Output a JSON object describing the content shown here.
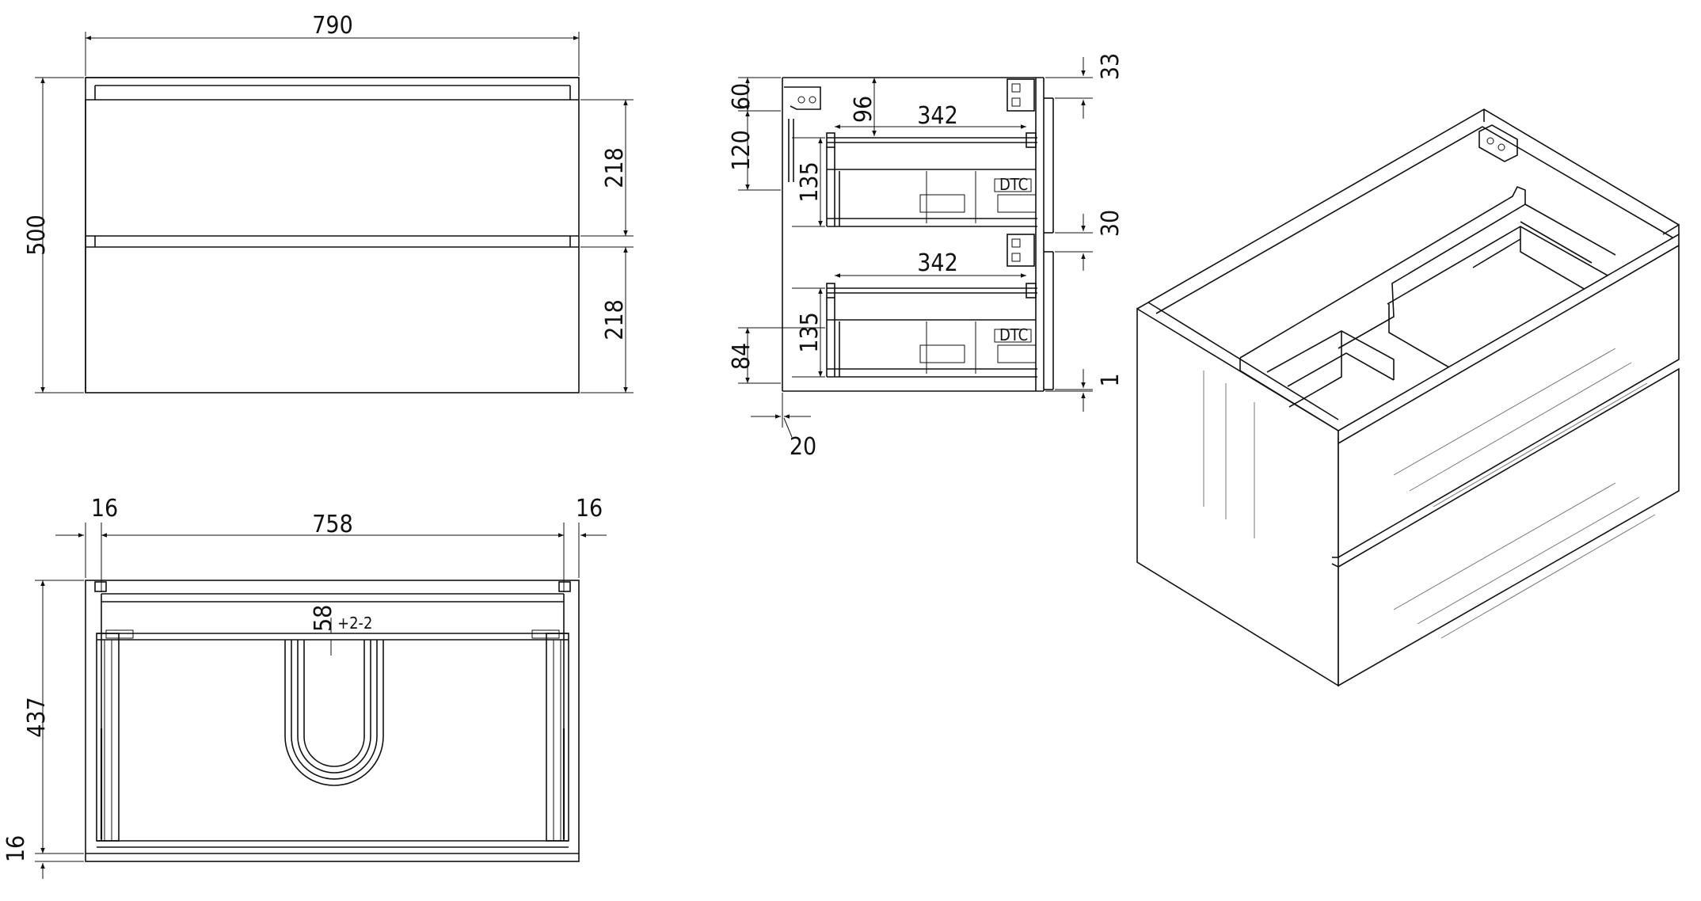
{
  "front_view": {
    "width": "790",
    "height": "500",
    "drawer_top": "218",
    "drawer_bottom": "218"
  },
  "side_section": {
    "top_gap": "60",
    "rail_height_top": "120",
    "rail_offset": "96",
    "slide_length_top": "342",
    "drawer_depth_top": "135",
    "top_clearance": "33",
    "middle_gap": "30",
    "slide_length_bottom": "342",
    "drawer_depth_bottom": "135",
    "bottom_rail": "84",
    "bottom_clearance": "1",
    "back_offset": "20",
    "slide_brand": "DTC"
  },
  "top_view": {
    "inner_width": "758",
    "side_left": "16",
    "side_right": "16",
    "depth": "437",
    "back_thickness": "16",
    "cutout": "58",
    "tolerance": "+2-2"
  },
  "colors": {
    "line": "#111111",
    "background": "#ffffff"
  }
}
